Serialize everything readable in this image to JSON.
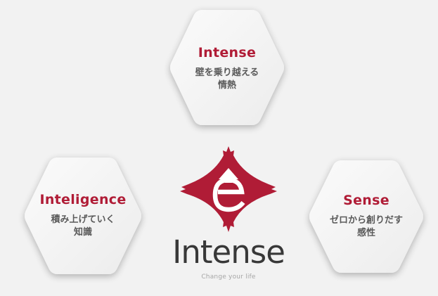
{
  "accent": "#b01c36",
  "hexagons": {
    "top": {
      "title": "Intense",
      "line1": "壁を乗り越える",
      "line2": "情熱"
    },
    "left": {
      "title": "Inteligence",
      "line1": "積み上げていく",
      "line2": "知識"
    },
    "right": {
      "title": "Sense",
      "line1": "ゼロから創りだす",
      "line2": "感性"
    }
  },
  "logo": {
    "wordmark": "Intense",
    "tagline": "Change your life",
    "icon": "e-arrow-emblem-icon"
  }
}
